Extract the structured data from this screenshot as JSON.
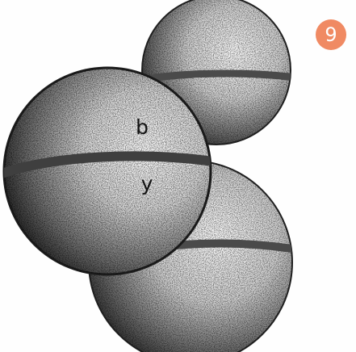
{
  "figure": {
    "number_badge": "9",
    "badge_color": "#f08a63",
    "ink_color": "#2b2b2b",
    "labels": {
      "upper_hemisphere": "b",
      "lower_hemisphere": "y"
    },
    "spheres": [
      {
        "name": "back-top-sphere",
        "split_by_band": true
      },
      {
        "name": "front-left-sphere",
        "split_by_band": true
      },
      {
        "name": "back-bottom-sphere",
        "split_by_band": true
      }
    ]
  }
}
